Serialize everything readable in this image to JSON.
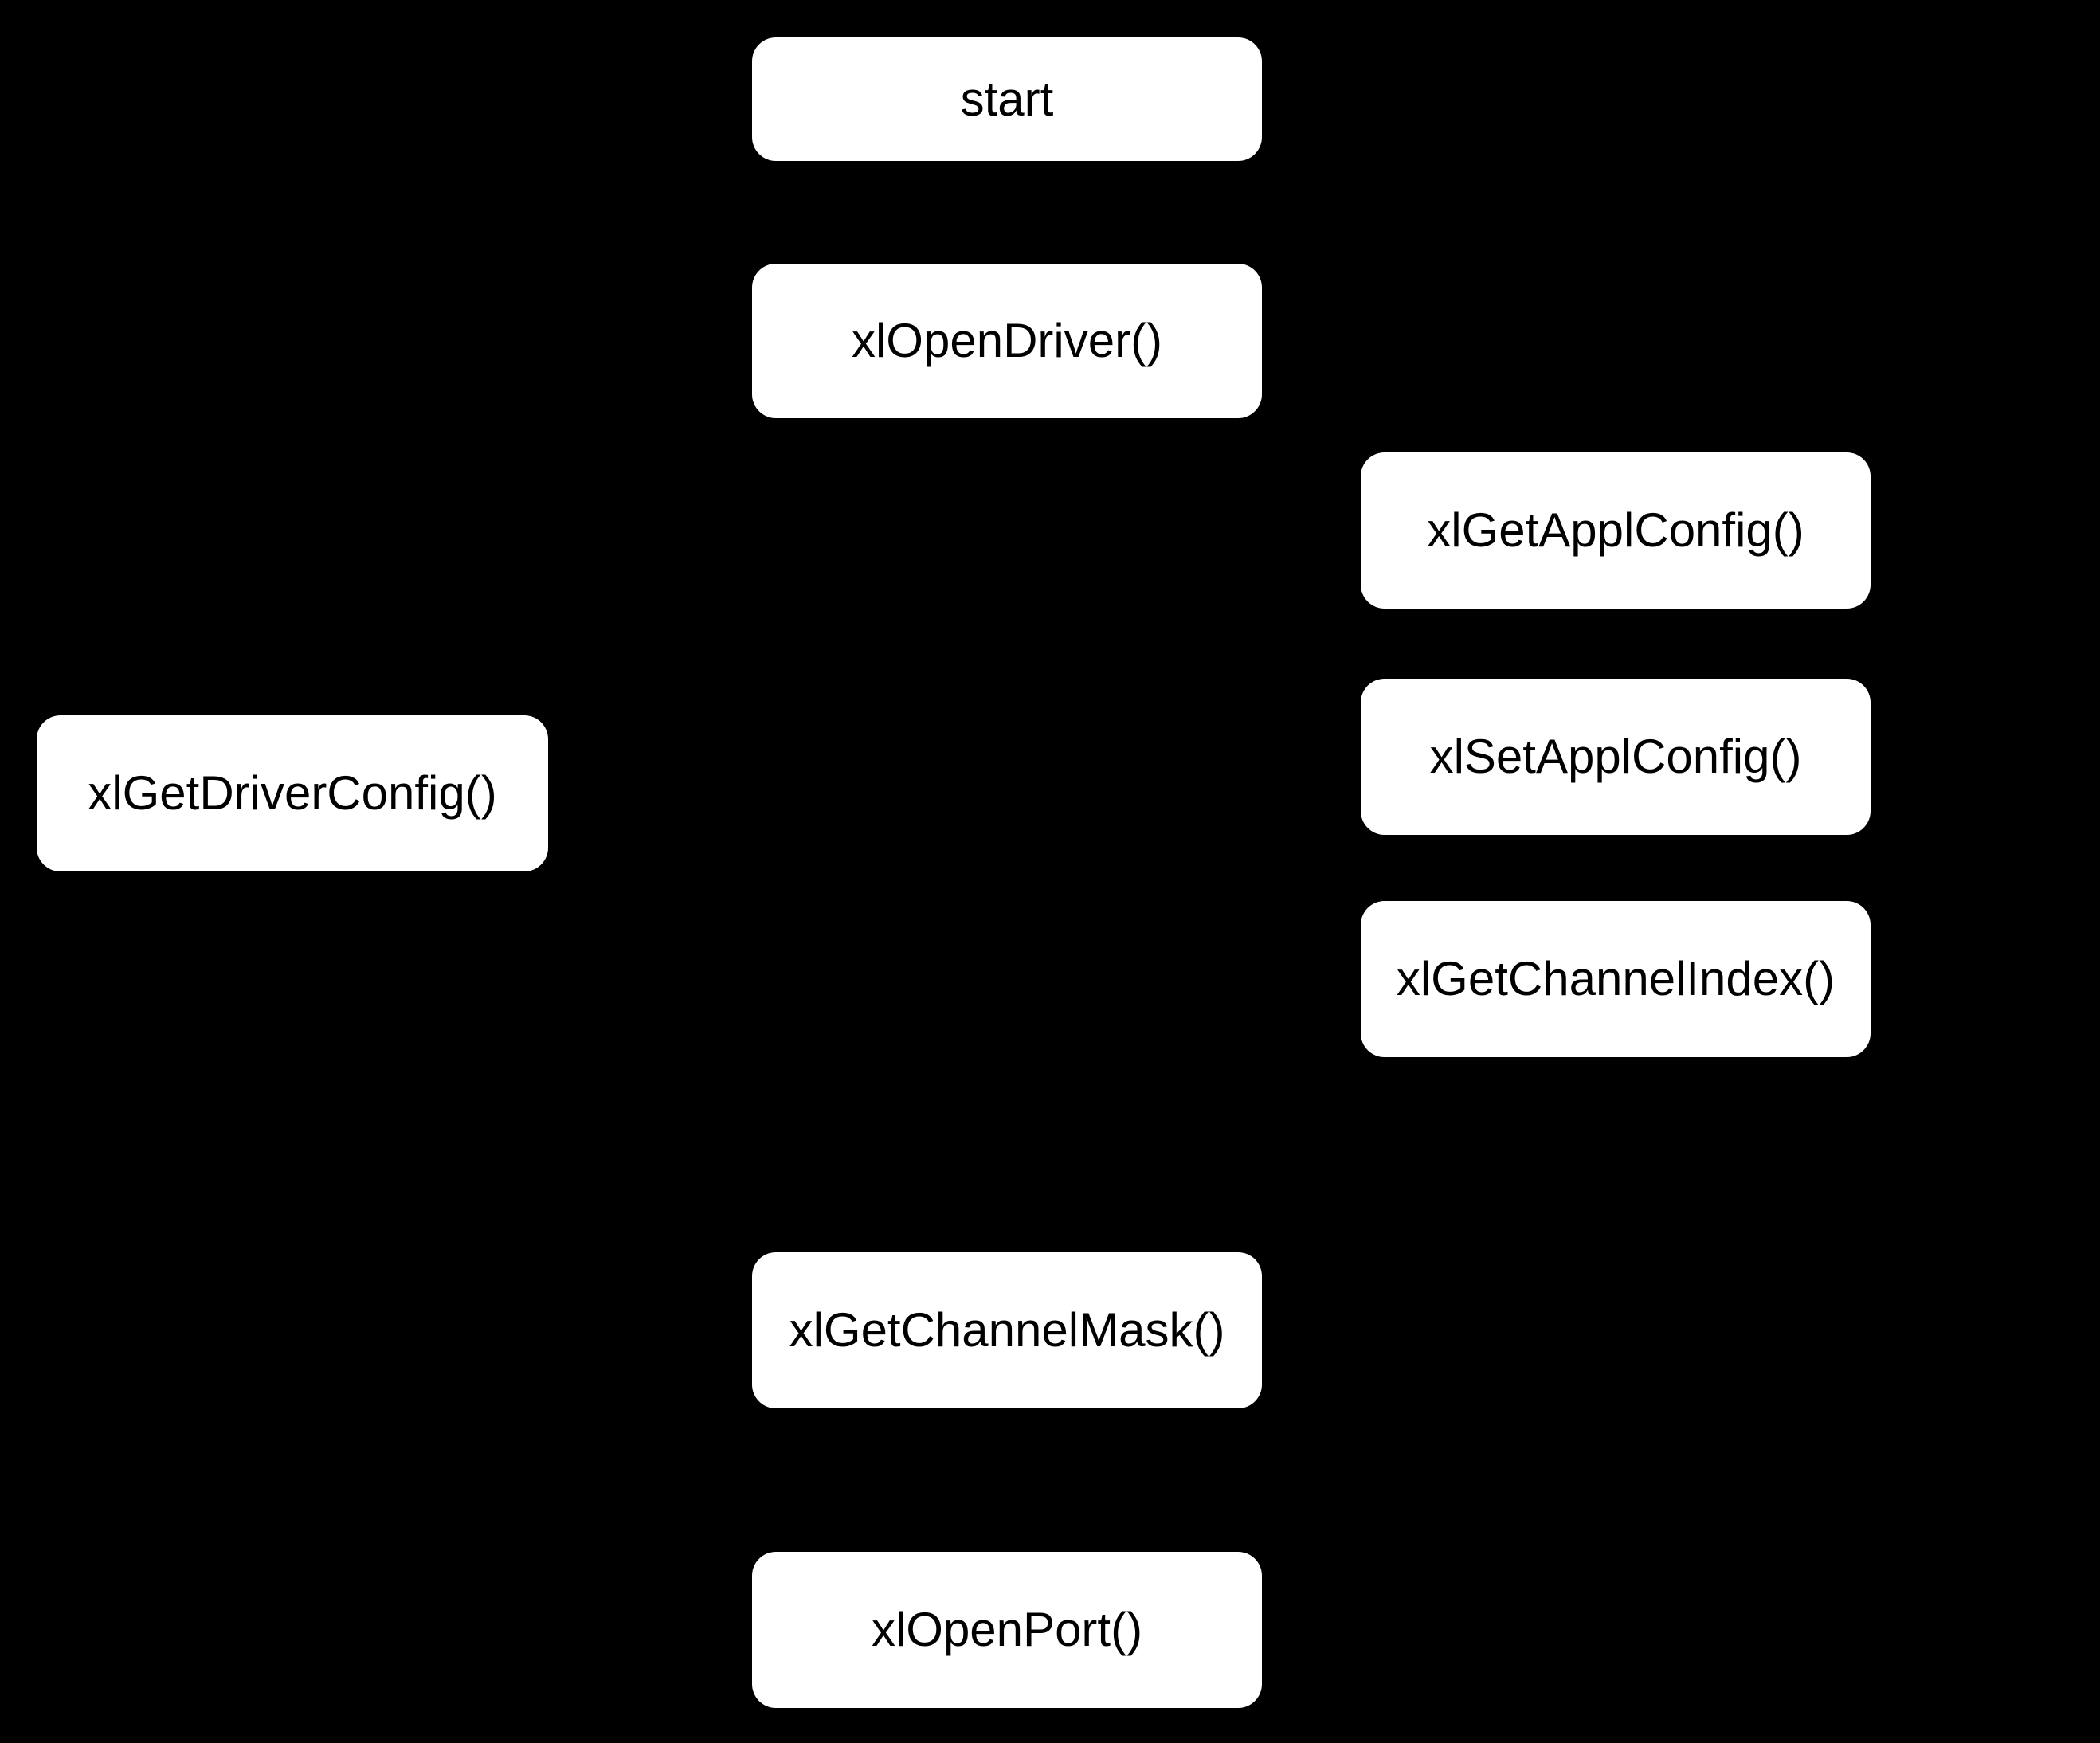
{
  "diagram": {
    "background_color": "#000000",
    "node_fill_color": "#ffffff",
    "node_text_color": "#000000",
    "nodes": [
      {
        "id": "start",
        "label": "start",
        "column": "center",
        "order": 1
      },
      {
        "id": "open-driver",
        "label": "xlOpenDriver()",
        "column": "center",
        "order": 2
      },
      {
        "id": "get-appl-config",
        "label": "xlGetApplConfig()",
        "column": "right",
        "order": 3
      },
      {
        "id": "set-appl-config",
        "label": "xlSetApplConfig()",
        "column": "right",
        "order": 4
      },
      {
        "id": "get-channel-index",
        "label": "xlGetChannelIndex()",
        "column": "right",
        "order": 5
      },
      {
        "id": "get-driver-config",
        "label": "xlGetDriverConfig()",
        "column": "left",
        "order": 6
      },
      {
        "id": "get-channel-mask",
        "label": "xlGetChannelMask()",
        "column": "center",
        "order": 7
      },
      {
        "id": "open-port",
        "label": "xlOpenPort()",
        "column": "center",
        "order": 8
      }
    ]
  }
}
